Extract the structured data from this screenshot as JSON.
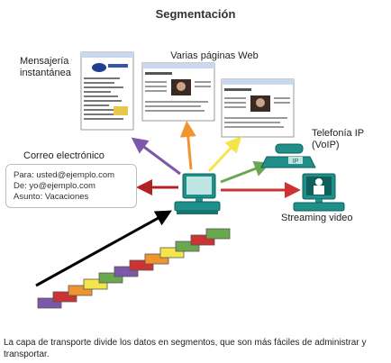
{
  "title": "Segmentación",
  "labels": {
    "instant_messaging": "Mensajería instantánea",
    "web_pages": "Varias páginas Web",
    "ip_phone": "Telefonía IP (VoIP)",
    "email": "Correo electrónico",
    "streaming": "Streaming video"
  },
  "email_box": {
    "to": "Para: usted@ejemplo.com",
    "from": "De: yo@ejemplo.com",
    "subject": "Asunto: Vacaciones"
  },
  "caption": "La capa de transporte divide los datos en segmentos, que son más fáciles de administrar y transportar.",
  "colors": {
    "arrow_im": "#7b59a8",
    "arrow_web1": "#f0952d",
    "arrow_web2": "#f4e64a",
    "arrow_voip": "#6aa84f",
    "arrow_stream": "#cc3333",
    "arrow_email": "#b22222",
    "arrow_input": "#000000",
    "equipment": "#1f8f8a"
  },
  "segments": {
    "count": 12,
    "colors": [
      "#7b59a8",
      "#cc3333",
      "#f0952d",
      "#f4e64a",
      "#6aa84f",
      "#7b59a8",
      "#cc3333",
      "#f0952d",
      "#f4e64a",
      "#6aa84f",
      "#cc3333",
      "#6aa84f"
    ]
  }
}
